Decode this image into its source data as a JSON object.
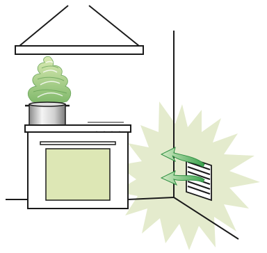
{
  "colors": {
    "line": "#1a1a1a",
    "oven_window": "#dde7b5",
    "starburst": "#e4ebcd",
    "steam_light": "#d9e9a8",
    "steam_dark": "#7fb86a",
    "fresh_air_light": "#d6ecc6",
    "fresh_air_dark": "#3aa24d",
    "pot_light": "#f4f4f4",
    "pot_dark": "#8a8a8a"
  },
  "icons": [
    "range-hood",
    "steam",
    "cooking-pot",
    "stove",
    "oven",
    "wall-vent",
    "fresh-air-arrow"
  ]
}
